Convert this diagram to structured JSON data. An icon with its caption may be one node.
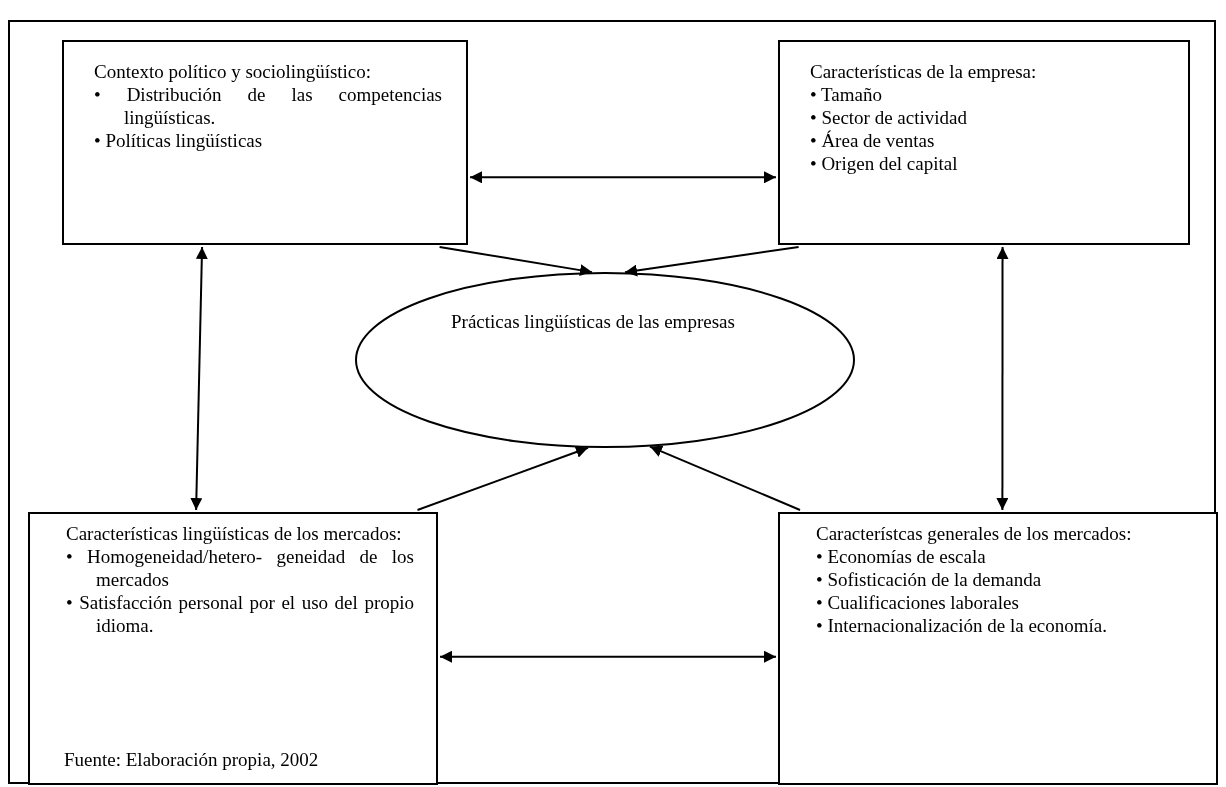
{
  "diagram": {
    "nodes": [
      {
        "text": [
          "Contexto político y sociolingüístico:",
          "• Distribución de las competencias lingüísticas.",
          "• Políticas lingüísticas"
        ]
      },
      {
        "text": [
          "Características de la empresa:",
          "• Tamaño",
          "• Sector de actividad",
          "• Área de ventas",
          "• Origen del capital"
        ]
      },
      {
        "text": [
          "Prácticas lingüísticas de las empresas"
        ]
      },
      {
        "text": [
          "Características lingüísticas de los mercados:",
          "• Homogeneidad/hetero- geneidad de los mercados",
          "• Satisfacción personal por el uso del propio idioma."
        ]
      },
      {
        "text": [
          "Característcas generales de los mercados:",
          "• Economías de escala",
          "• Sofisticación de la demanda",
          "• Cualificaciones laborales",
          "• Internacionalización de la economía."
        ]
      }
    ],
    "edges": [
      {
        "from": 0,
        "to": 1,
        "arrow": "both"
      },
      {
        "from": 0,
        "to": 3,
        "arrow": "both"
      },
      {
        "from": 1,
        "to": 4,
        "arrow": "both"
      },
      {
        "from": 3,
        "to": 4,
        "arrow": "both"
      },
      {
        "from": 0,
        "to": 2,
        "arrow": "to"
      },
      {
        "from": 1,
        "to": 2,
        "arrow": "to"
      },
      {
        "from": 3,
        "to": 2,
        "arrow": "to"
      },
      {
        "from": 4,
        "to": 2,
        "arrow": "to"
      }
    ],
    "labels": [
      "Fuente: Elaboración propia, 2002"
    ]
  }
}
